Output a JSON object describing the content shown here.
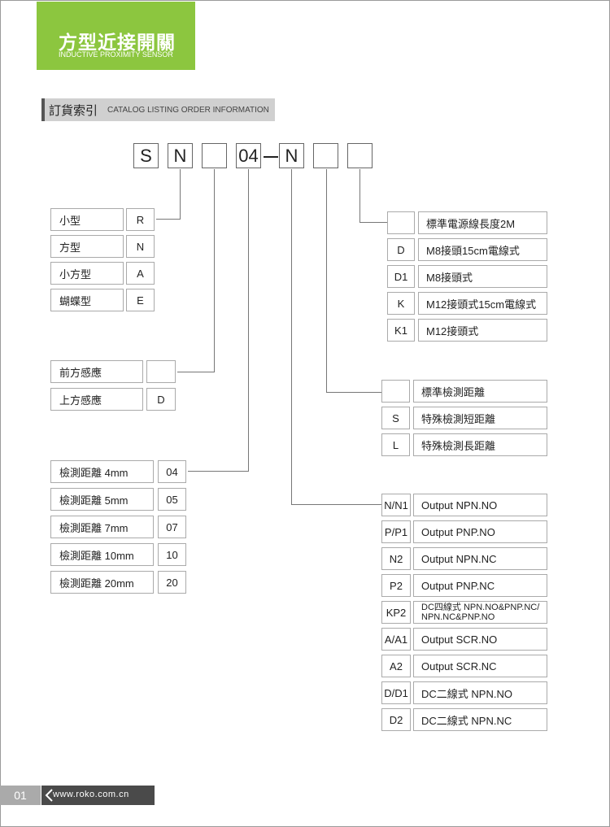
{
  "header": {
    "title": "方型近接開關",
    "subtitle": "INDUCTIVE PROXIMITY SENSOR"
  },
  "section": {
    "title": "訂貨索引",
    "subtitle": "CATALOG LISTING ORDER INFORMATION"
  },
  "model_code": [
    "S",
    "N",
    "",
    "04",
    "N",
    "",
    ""
  ],
  "shape_types": [
    {
      "label": "小型",
      "code": "R"
    },
    {
      "label": "方型",
      "code": "N"
    },
    {
      "label": "小方型",
      "code": "A"
    },
    {
      "label": "蝴蝶型",
      "code": "E"
    }
  ],
  "sensing_face": [
    {
      "label": "前方感應",
      "code": ""
    },
    {
      "label": "上方感應",
      "code": "D"
    }
  ],
  "sensing_distance": [
    {
      "label": "檢測距離  4mm",
      "code": "04"
    },
    {
      "label": "檢測距離  5mm",
      "code": "05"
    },
    {
      "label": "檢測距離  7mm",
      "code": "07"
    },
    {
      "label": "檢測距離  10mm",
      "code": "10"
    },
    {
      "label": "檢測距離  20mm",
      "code": "20"
    }
  ],
  "connection": [
    {
      "code": "",
      "desc": "標準電源線長度2M"
    },
    {
      "code": "D",
      "desc": "M8接頭15cm電線式"
    },
    {
      "code": "D1",
      "desc": "M8接頭式"
    },
    {
      "code": "K",
      "desc": "M12接頭式15cm電線式"
    },
    {
      "code": "K1",
      "desc": "M12接頭式"
    }
  ],
  "distance_type": [
    {
      "code": "",
      "desc": "標準檢測距離"
    },
    {
      "code": "S",
      "desc": "特殊檢測短距離"
    },
    {
      "code": "L",
      "desc": "特殊檢測長距離"
    }
  ],
  "output": [
    {
      "code": "N/N1",
      "desc": "Output NPN.NO"
    },
    {
      "code": "P/P1",
      "desc": "Output PNP.NO"
    },
    {
      "code": "N2",
      "desc": "Output NPN.NC"
    },
    {
      "code": "P2",
      "desc": "Output PNP.NC"
    },
    {
      "code": "KP2",
      "desc": "DC四線式  NPN.NO&PNP.NC/ NPN.NC&PNP.NO"
    },
    {
      "code": "A/A1",
      "desc": "Output SCR.NO"
    },
    {
      "code": "A2",
      "desc": "Output SCR.NC"
    },
    {
      "code": "D/D1",
      "desc": "DC二線式  NPN.NO"
    },
    {
      "code": "D2",
      "desc": "DC二線式  NPN.NC"
    }
  ],
  "footer": {
    "page": "01",
    "url": "www.roko.com.cn"
  }
}
